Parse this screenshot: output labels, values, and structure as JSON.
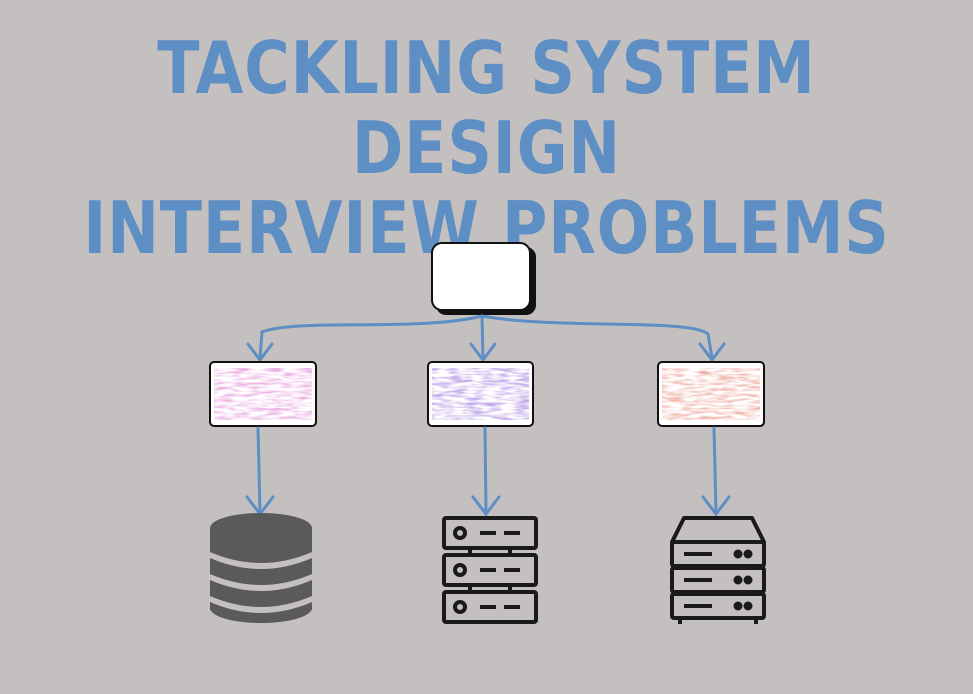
{
  "title": {
    "line1": "TACKLING SYSTEM DESIGN",
    "line2": "INTERVIEW PROBLEMS"
  },
  "colors": {
    "background": "#c4c0bf",
    "title": "#5d8ec4",
    "arrow": "#5d8ec4",
    "node_left_fill": "#e7a6df",
    "node_middle_fill": "#b69ae6",
    "node_right_fill": "#eea89b",
    "database_icon": "#5a5a5a",
    "server_icon": "#1a1a1a"
  },
  "diagram": {
    "root": {
      "icon": "root-box"
    },
    "nodes": [
      {
        "id": "left",
        "color_key": "node_left_fill",
        "icon": "database-icon"
      },
      {
        "id": "middle",
        "color_key": "node_middle_fill",
        "icon": "server-rack-icon"
      },
      {
        "id": "right",
        "color_key": "node_right_fill",
        "icon": "server-stack-icon"
      }
    ]
  }
}
